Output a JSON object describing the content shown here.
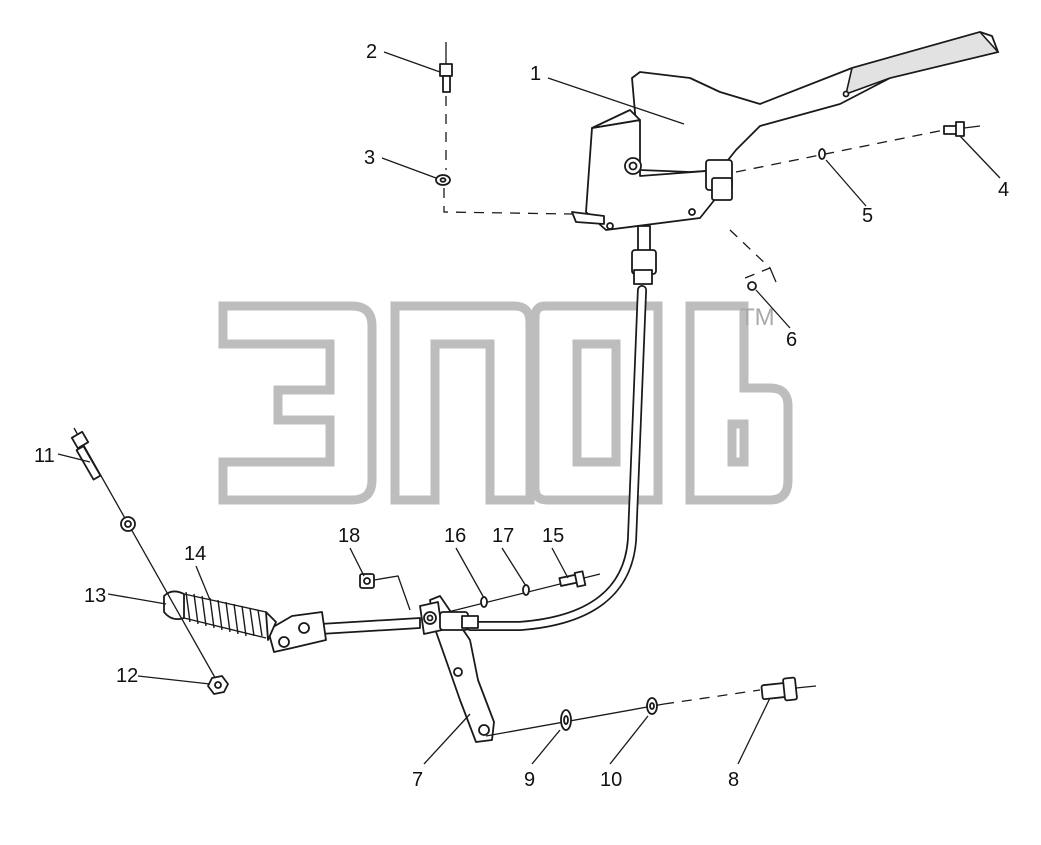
{
  "diagram": {
    "callouts": [
      "1",
      "2",
      "3",
      "4",
      "5",
      "6",
      "7",
      "8",
      "9",
      "10",
      "11",
      "12",
      "13",
      "14",
      "15",
      "16",
      "17",
      "18"
    ],
    "watermark": {
      "trademark": "TM"
    }
  }
}
